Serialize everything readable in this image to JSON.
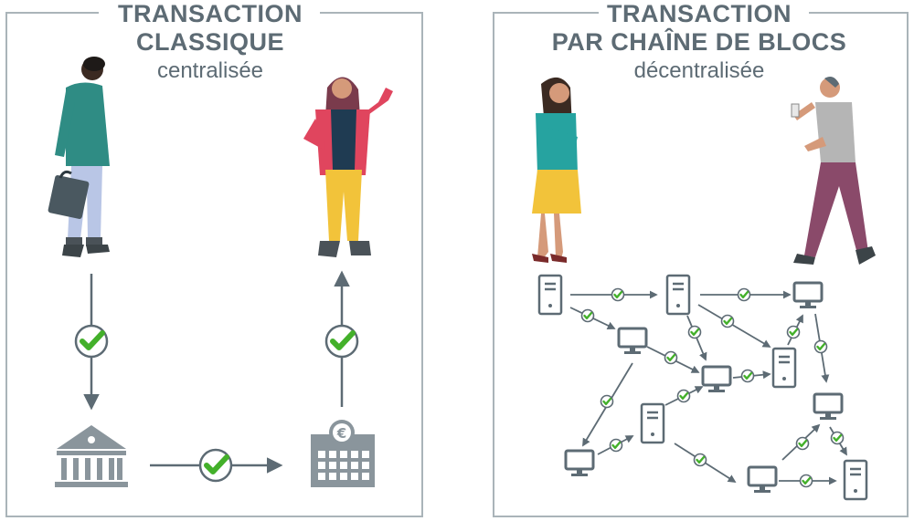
{
  "left_panel": {
    "title_line1": "TRANSACTION",
    "title_line2": "CLASSIQUE",
    "subtitle": "centralisée"
  },
  "right_panel": {
    "title_line1": "TRANSACTION",
    "title_line2": "PAR CHAÎNE DE BLOCS",
    "subtitle": "décentralisée"
  },
  "bank_symbol": "€",
  "colors": {
    "frame": "#aab4b9",
    "text": "#5d6b74",
    "icon": "#5d6b74",
    "check": "#43b02a",
    "arrow": "#5d6b74"
  }
}
